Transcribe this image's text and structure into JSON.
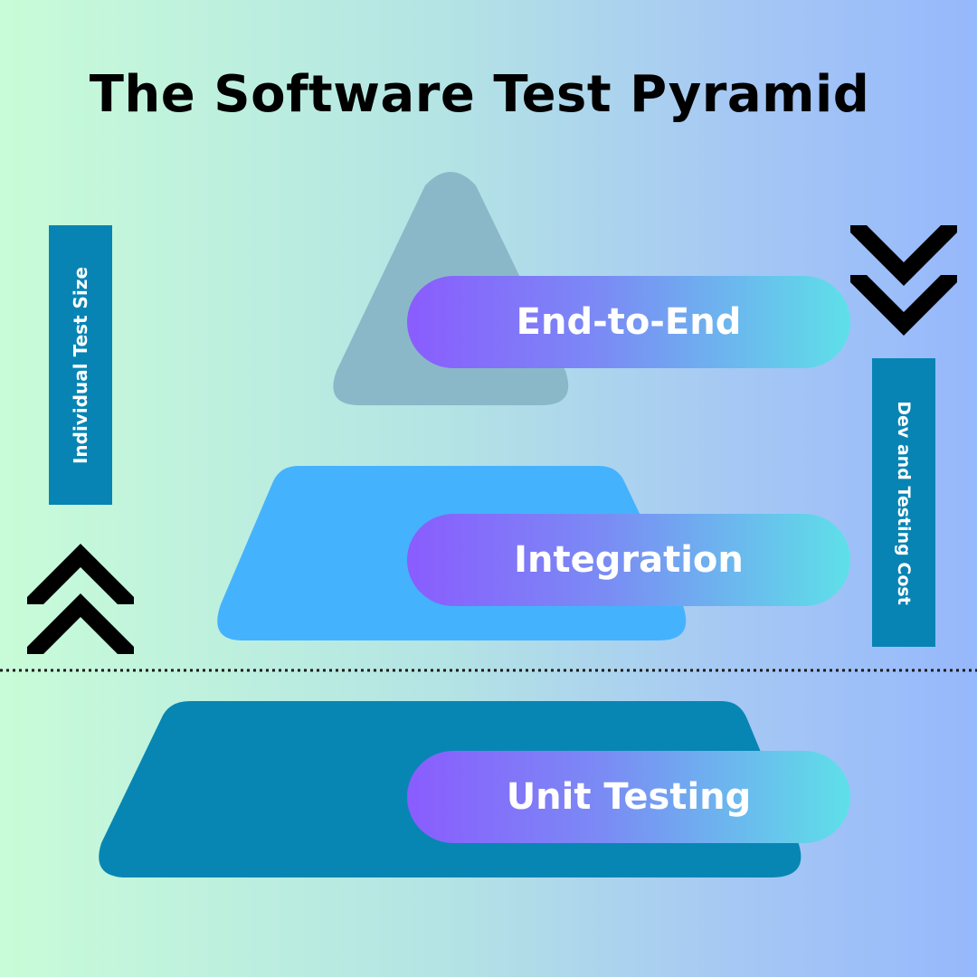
{
  "title": "The Software Test Pyramid",
  "layers": [
    {
      "label": "End-to-End",
      "color": "#8ab8c8"
    },
    {
      "label": "Integration",
      "color": "#45b2fe"
    },
    {
      "label": "Unit Testing",
      "color": "#0786b4"
    }
  ],
  "left_axis": {
    "label": "Individual Test Size",
    "arrow_icon": "double-chevron-up-icon"
  },
  "right_axis": {
    "label": "Dev and Testing Cost",
    "arrow_icon": "double-chevron-down-icon"
  },
  "colors": {
    "pill_start": "#8a5cfe",
    "pill_end": "#5ee0e8",
    "label_box": "#0784b4"
  }
}
